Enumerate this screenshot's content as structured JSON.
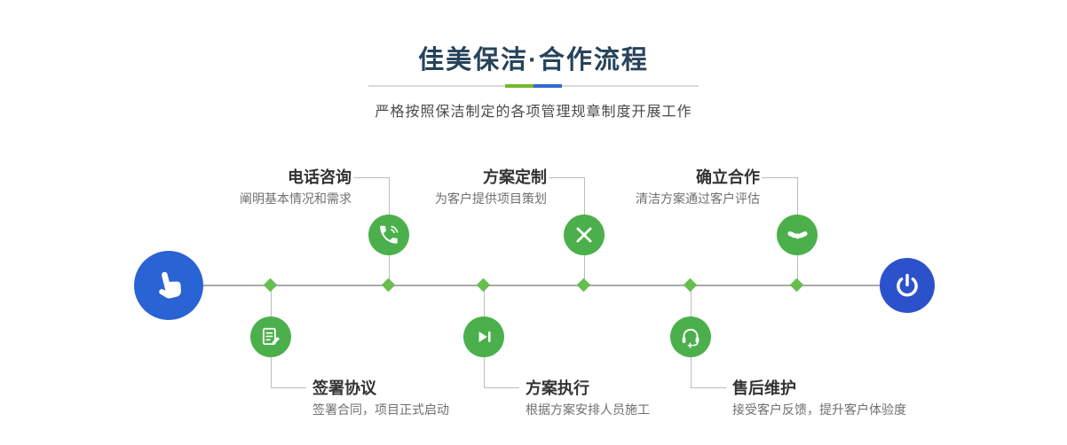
{
  "header": {
    "title": "佳美保洁·合作流程",
    "subtitle": "严格按照保洁制定的各项管理规章制度开展工作"
  },
  "colors": {
    "accent_green": "#76b82a",
    "accent_blue": "#2e6ad1",
    "node_green": "#4bb04b",
    "endpoint_blue": "#2a63d3",
    "endpoint_blue_dark": "#2b52cb",
    "line_gray": "#bcbcbc",
    "title_navy": "#26435b"
  },
  "timeline": {
    "start_icon": "hand-pointer-icon",
    "end_icon": "power-icon"
  },
  "steps_top": [
    {
      "title": "电话咨询",
      "desc": "阐明基本情况和需求",
      "icon": "phone-icon"
    },
    {
      "title": "方案定制",
      "desc": "为客户提供项目策划",
      "icon": "pen-ruler-icon"
    },
    {
      "title": "确立合作",
      "desc": "清洁方案通过客户评估",
      "icon": "handshake-icon"
    }
  ],
  "steps_bottom": [
    {
      "title": "签署协议",
      "desc": "签署合同，项目正式启动",
      "icon": "contract-icon"
    },
    {
      "title": "方案执行",
      "desc": "根据方案安排人员施工",
      "icon": "play-step-icon"
    },
    {
      "title": "售后维护",
      "desc": "接受客户反馈，提升客户体验度",
      "icon": "headset-plus-icon"
    }
  ]
}
